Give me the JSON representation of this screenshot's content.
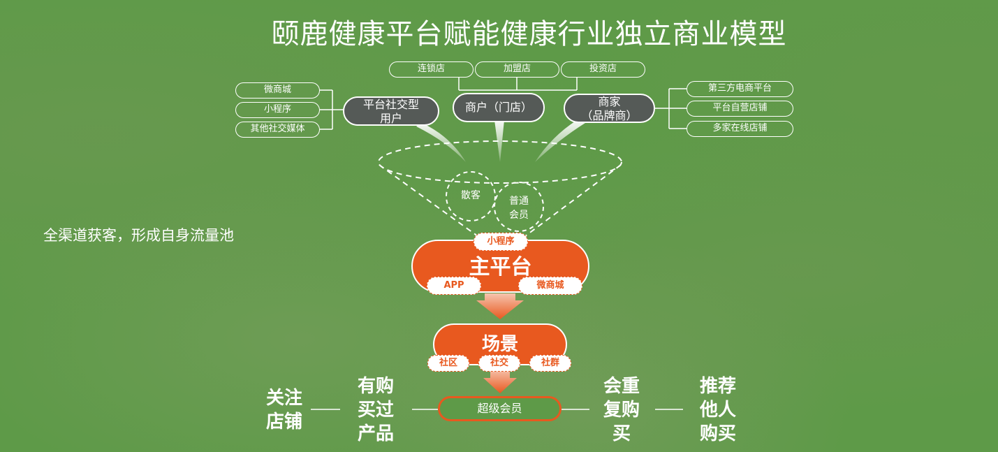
{
  "title": "颐鹿健康平台赋能健康行业独立商业模型",
  "top_pills": [
    "连锁店",
    "加盟店",
    "投资店"
  ],
  "left_pills": [
    "微商城",
    "小程序",
    "其他社交媒体"
  ],
  "right_pills": [
    "第三方电商平台",
    "平台自营店铺",
    "多家在线店铺"
  ],
  "nodes": {
    "social_users": [
      "平台社交型",
      "用户"
    ],
    "merchant_store": [
      "商户（门店）"
    ],
    "merchant_brand": [
      "商家",
      "（品牌商）"
    ]
  },
  "funnel": {
    "sanke": "散客",
    "member": [
      "普通",
      "会员"
    ]
  },
  "side_text": "全渠道获客，形成自身流量池",
  "main_platform": {
    "title": "主平台",
    "tags": [
      "小程序",
      "APP",
      "微商城"
    ]
  },
  "scene": {
    "title": "场景",
    "tags": [
      "社区",
      "社交",
      "社群"
    ]
  },
  "super_member": "超级会员",
  "flow": {
    "follow": [
      "关注",
      "店铺"
    ],
    "purchased": [
      "有购",
      "买过",
      "产品"
    ],
    "repurchase": [
      "会重",
      "复购",
      "买"
    ],
    "recommend": [
      "推荐",
      "他人",
      "购买"
    ]
  },
  "colors": {
    "background": "#5e9a48",
    "accent": "#e8591f",
    "node_dark": "#555a57",
    "text": "#ffffff"
  }
}
